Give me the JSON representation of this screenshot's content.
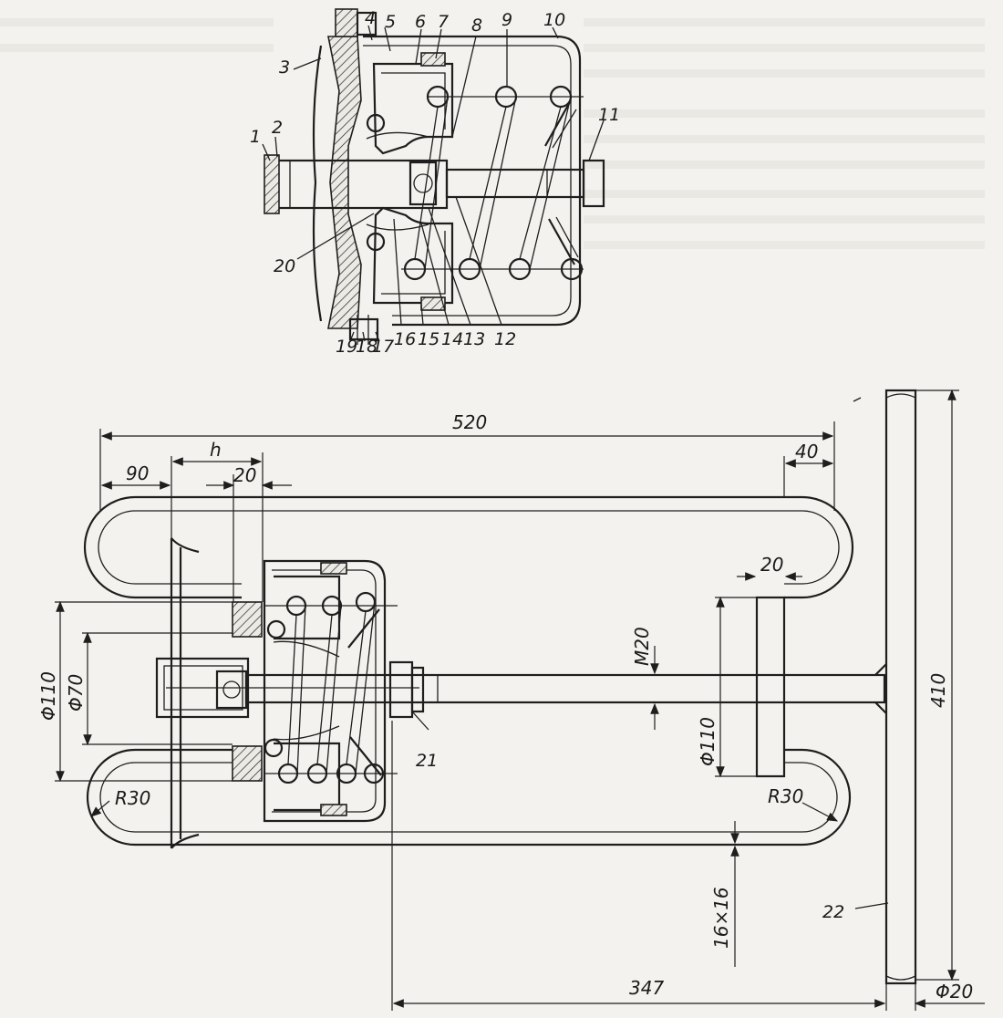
{
  "upper_view": {
    "part_labels": [
      "1",
      "2",
      "3",
      "4",
      "5",
      "6",
      "7",
      "8",
      "9",
      "10",
      "11",
      "12",
      "13",
      "14",
      "15",
      "16",
      "17",
      "18",
      "19",
      "20"
    ]
  },
  "lower_view": {
    "part_labels": [
      "21",
      "22"
    ],
    "dimensions": {
      "overall_length": "520",
      "left_offset": "90",
      "height_h": "h",
      "plate_thickness": "20",
      "right_offset": "40",
      "plate_thickness_right": "20",
      "thread": "M20",
      "diameter_110_left": "Φ110",
      "diameter_70": "Φ70",
      "diameter_110_right": "Φ110",
      "radius_left": "R30",
      "radius_right": "R30",
      "frame_height": "410",
      "bar_section": "16×16",
      "bolt_length": "347",
      "rod_diameter": "Φ20"
    }
  }
}
